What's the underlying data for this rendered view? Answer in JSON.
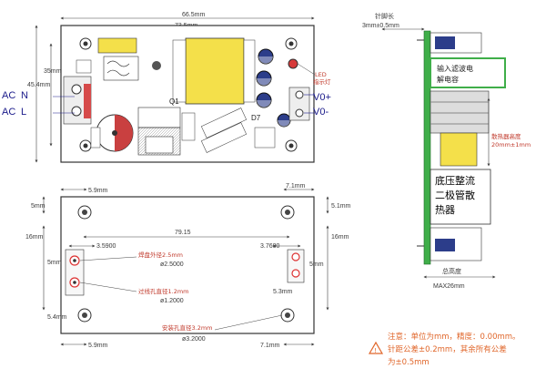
{
  "top_view": {
    "width_overall": "66.5mm",
    "width_holes": "73.5mm",
    "height_overall": "45.4mm",
    "height_holes": "35mm",
    "terminals_left": [
      "AC",
      "N",
      "AC",
      "L"
    ],
    "terminals_right": [
      "V0+",
      "V0-"
    ],
    "led_label": "LED",
    "led_sub": "指示灯",
    "q1_label": "Q1",
    "d7_label": "D7"
  },
  "bottom_view": {
    "top_left_dim": "5.9mm",
    "top_right_dim": "7.1mm",
    "left_edge_dim": "5mm",
    "right_edge_dim": "5.1mm",
    "center_dim": "79.15",
    "left_inner_dim": "3.5900",
    "right_inner_dim": "3.7600",
    "right_height_dim": "16mm",
    "left_height_dim": "16mm",
    "pad_dia_label": "焊盘外径2.5mm",
    "pad_dia_value": "ø2.5000",
    "hole_dia_label": "过线孔直径1.2mm",
    "hole_dia_value": "ø1.2000",
    "mount_dia_label": "安装孔直径3.2mm",
    "mount_dia_value": "ø3.2000",
    "left_5mm": "5mm",
    "right_5mm": "5mm",
    "dim_53": "5.3mm",
    "dim_54": "5.4mm",
    "bottom_left_dim": "5.9mm",
    "bottom_right_dim": "7.1mm"
  },
  "side_view": {
    "pin_length_label": "针脚长",
    "pin_length_value": "3mm±0.5mm",
    "cap_label_1": "输入滤波电",
    "cap_label_2": "解电容",
    "heatsink_height_label": "散热器高度",
    "heatsink_height_value": "20mm±1mm",
    "rectifier_text": [
      "底压整流",
      "二极管散",
      "热器"
    ],
    "total_height_label": "总高度",
    "total_height_value": "MAX26mm"
  },
  "note": {
    "line1": "注意：单位为mm，精度：0.00mm。",
    "line2": "针距公差±0.2mm，其余所有公差",
    "line3": "为±0.5mm"
  }
}
